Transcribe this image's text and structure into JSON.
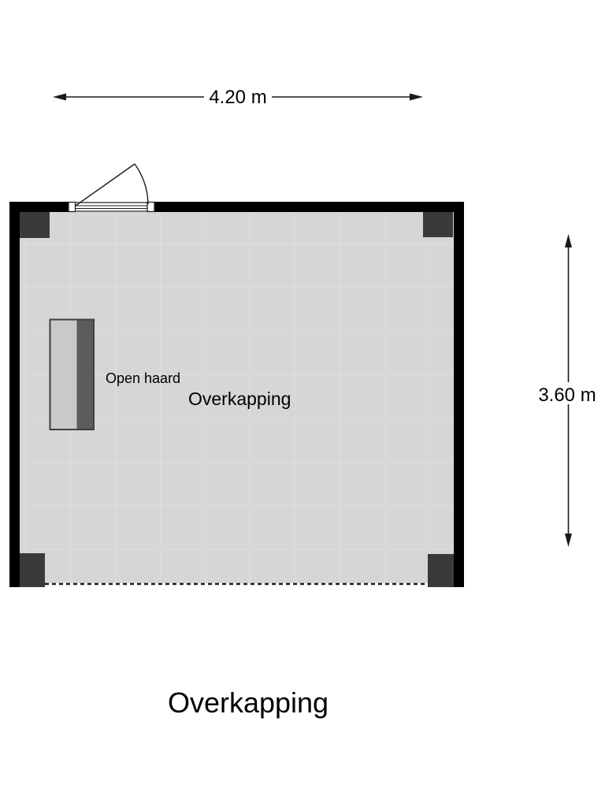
{
  "title": "Overkapping",
  "room": {
    "label": "Overkapping",
    "fireplace_label": "Open haard"
  },
  "dimensions": {
    "width_label": "4.20 m",
    "height_label": "3.60 m"
  },
  "colors": {
    "wall": "#000000",
    "post": "#3a3a3a",
    "floor": "#d6d6d6",
    "grid_line": "#e2e2e2",
    "fireplace_light": "#c9c9c9",
    "fireplace_dark": "#5c5c5c",
    "fireplace_border": "#3f3f3f",
    "line": "#1a1a1a",
    "text": "#000000",
    "background": "#ffffff"
  }
}
